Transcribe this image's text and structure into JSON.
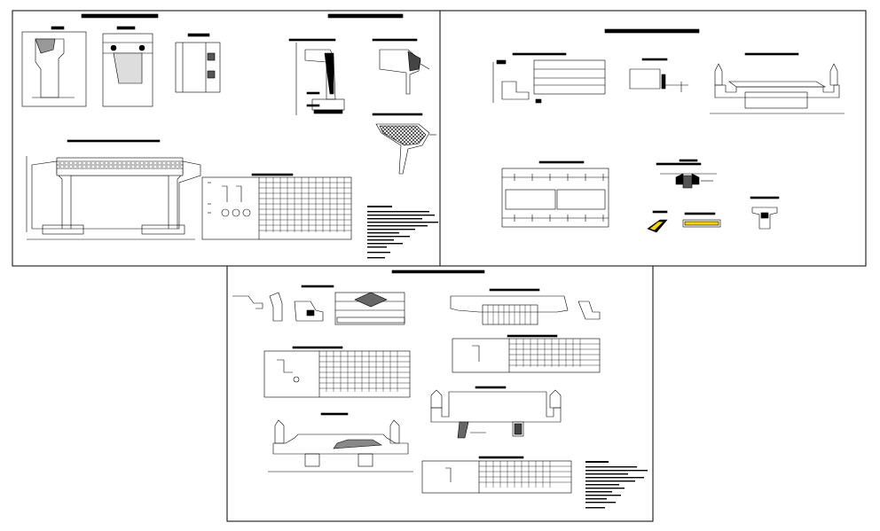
{
  "colors": {
    "background": "#ffffff",
    "line": "#000000",
    "hatch": "#000000",
    "accent_yellow": "#f5d400"
  },
  "sheets": [
    {
      "id": "sheet-1",
      "label": ""
    },
    {
      "id": "sheet-2",
      "label": ""
    },
    {
      "id": "sheet-3",
      "label": ""
    }
  ]
}
